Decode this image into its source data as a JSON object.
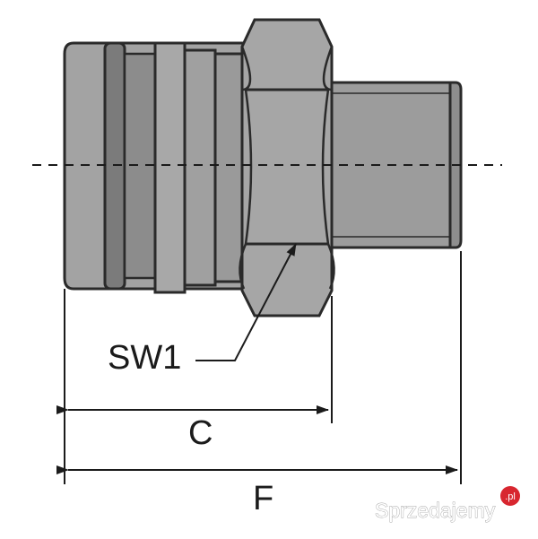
{
  "labels": {
    "hex_size": "SW1",
    "length_c": "C",
    "length_f": "F"
  },
  "watermark": {
    "text": "Sprzedajemy",
    "suffix": ".pl"
  },
  "colors": {
    "body_fill": "#9c9c9c",
    "body_fill_light": "#a9a9a9",
    "groove_fill": "#7d7d7d",
    "outline": "#2a2a2a",
    "watermark_badge": "#d8262f"
  }
}
